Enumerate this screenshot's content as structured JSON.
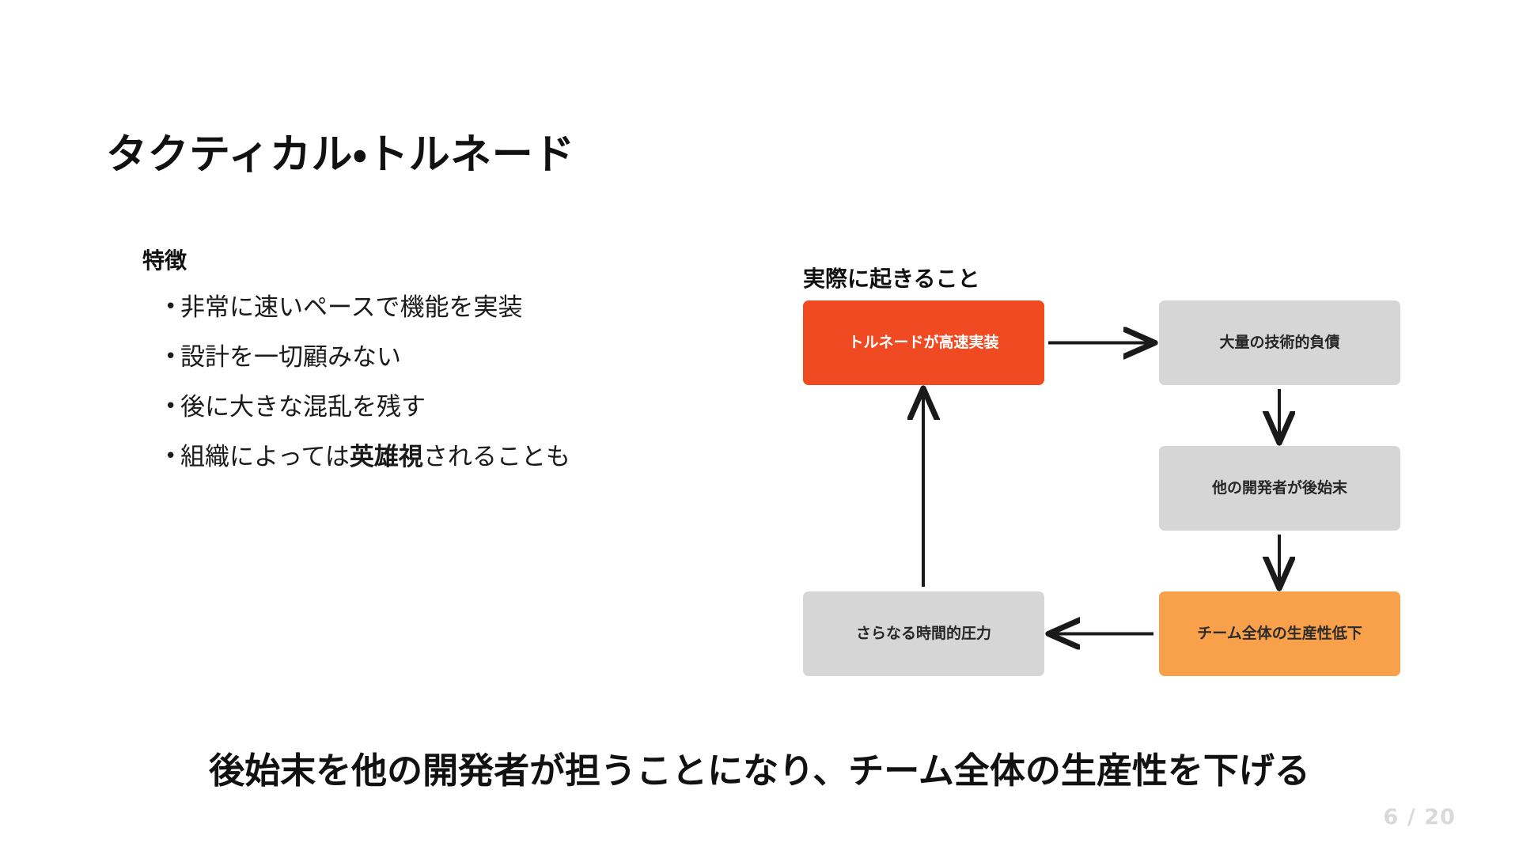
{
  "slide": {
    "title": "タクティカル・トルネード",
    "page_label": "6 / 20",
    "conclusion": "後始末を他の開発者が担うことになり、チーム全体の生産性を下げる"
  },
  "left": {
    "heading": "特徴",
    "bullet_marker": "•",
    "bullets": [
      {
        "text": "非常に速いペースで機能を実装",
        "bold_part": ""
      },
      {
        "text": "設計を一切顧みない",
        "bold_part": ""
      },
      {
        "text": "後に大きな混乱を残す",
        "bold_part": ""
      },
      {
        "prefix": "組織によっては",
        "bold_part": "英雄視",
        "suffix": "されることも"
      }
    ]
  },
  "right": {
    "heading": "実際に起きること",
    "diagram": {
      "type": "cycle-flow",
      "nodes": [
        {
          "id": "tornado",
          "label": "トルネードが高速実装",
          "style": "red"
        },
        {
          "id": "debt",
          "label": "大量の技術的負債",
          "style": "gray"
        },
        {
          "id": "cleanup",
          "label": "他の開発者が後始末",
          "style": "gray"
        },
        {
          "id": "prod",
          "label": "チーム全体の生産性低下",
          "style": "orange"
        },
        {
          "id": "pressure",
          "label": "さらなる時間的圧力",
          "style": "gray"
        }
      ],
      "edges": [
        {
          "from": "tornado",
          "to": "debt",
          "direction": "right"
        },
        {
          "from": "debt",
          "to": "cleanup",
          "direction": "down"
        },
        {
          "from": "cleanup",
          "to": "prod",
          "direction": "down"
        },
        {
          "from": "prod",
          "to": "pressure",
          "direction": "left"
        },
        {
          "from": "pressure",
          "to": "tornado",
          "direction": "up"
        }
      ]
    }
  },
  "colors": {
    "red": "#EF4A21",
    "orange": "#F9A04A",
    "gray": "#D6D6D6",
    "text": "#111111",
    "page_number": "#D9D9D9",
    "background": "#FFFFFF"
  }
}
